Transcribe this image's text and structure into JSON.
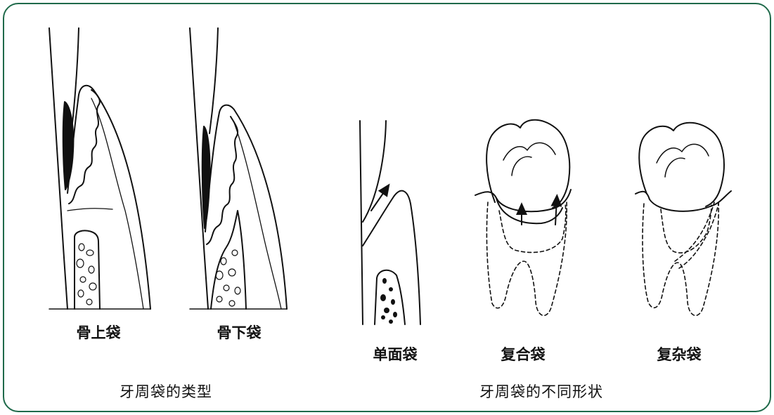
{
  "figure": {
    "left_panel": {
      "caption": "牙周袋的类型",
      "items": [
        {
          "label": "骨上袋"
        },
        {
          "label": "骨下袋"
        }
      ]
    },
    "right_panel": {
      "caption": "牙周袋的不同形状",
      "items": [
        {
          "label": "单面袋"
        },
        {
          "label": "复合袋"
        },
        {
          "label": "复杂袋"
        }
      ]
    }
  },
  "colors": {
    "frame_border": "#1f6a4a",
    "ink": "#111111"
  }
}
